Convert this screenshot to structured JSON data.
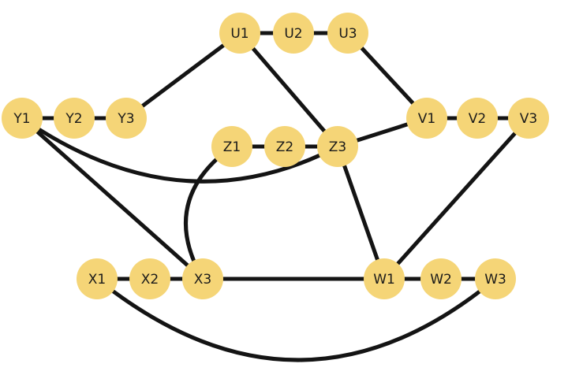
{
  "colors": {
    "node_fill": "#f5d577",
    "edge": "#141414",
    "background": "#ffffff"
  },
  "nodes": [
    {
      "id": "U1",
      "label": "U1"
    },
    {
      "id": "U2",
      "label": "U2"
    },
    {
      "id": "U3",
      "label": "U3"
    },
    {
      "id": "Y1",
      "label": "Y1"
    },
    {
      "id": "Y2",
      "label": "Y2"
    },
    {
      "id": "Y3",
      "label": "Y3"
    },
    {
      "id": "V1",
      "label": "V1"
    },
    {
      "id": "V2",
      "label": "V2"
    },
    {
      "id": "V3",
      "label": "V3"
    },
    {
      "id": "Z1",
      "label": "Z1"
    },
    {
      "id": "Z2",
      "label": "Z2"
    },
    {
      "id": "Z3",
      "label": "Z3"
    },
    {
      "id": "X1",
      "label": "X1"
    },
    {
      "id": "X2",
      "label": "X2"
    },
    {
      "id": "X3",
      "label": "X3"
    },
    {
      "id": "W1",
      "label": "W1"
    },
    {
      "id": "W2",
      "label": "W2"
    },
    {
      "id": "W3",
      "label": "W3"
    }
  ],
  "edges": [
    {
      "from": "U1",
      "to": "U2"
    },
    {
      "from": "U2",
      "to": "U3"
    },
    {
      "from": "Y1",
      "to": "Y2"
    },
    {
      "from": "Y2",
      "to": "Y3"
    },
    {
      "from": "V1",
      "to": "V2"
    },
    {
      "from": "V2",
      "to": "V3"
    },
    {
      "from": "Z1",
      "to": "Z2"
    },
    {
      "from": "Z2",
      "to": "Z3"
    },
    {
      "from": "X1",
      "to": "X2"
    },
    {
      "from": "X2",
      "to": "X3"
    },
    {
      "from": "W1",
      "to": "W2"
    },
    {
      "from": "W2",
      "to": "W3"
    },
    {
      "from": "Y3",
      "to": "U1"
    },
    {
      "from": "U1",
      "to": "Z3"
    },
    {
      "from": "U3",
      "to": "V1"
    },
    {
      "from": "Z3",
      "to": "V1"
    },
    {
      "from": "Z3",
      "to": "W1"
    },
    {
      "from": "V3",
      "to": "W1"
    },
    {
      "from": "X3",
      "to": "W1"
    },
    {
      "from": "Y1",
      "to": "X3"
    },
    {
      "from": "Y1",
      "to": "Z3"
    },
    {
      "from": "Z1",
      "to": "X3"
    },
    {
      "from": "X1",
      "to": "W3"
    }
  ]
}
